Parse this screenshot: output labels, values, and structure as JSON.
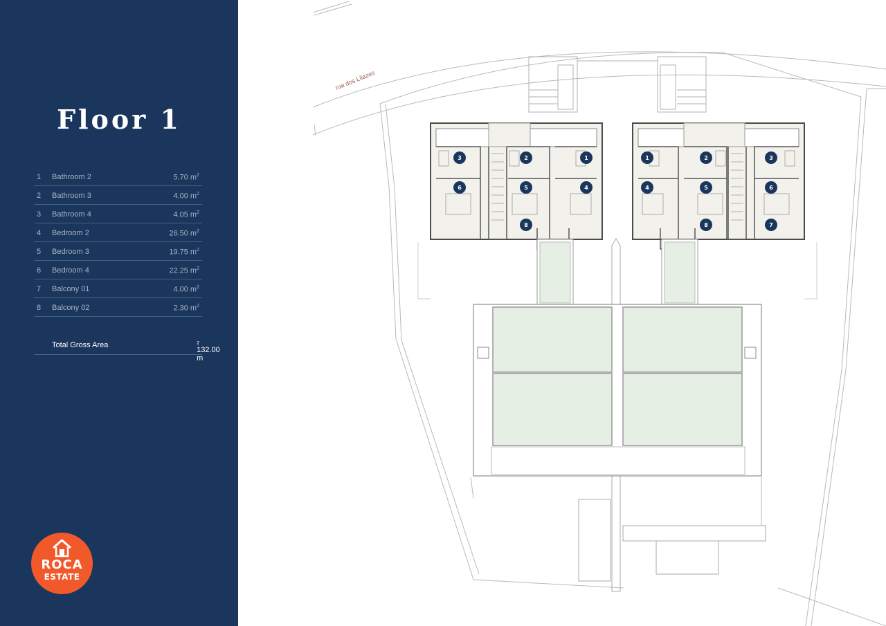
{
  "title": "Floor 1",
  "rooms": [
    {
      "num": "1",
      "name": "Bathroom 2",
      "area": "5.70 m",
      "unit_sup": "2"
    },
    {
      "num": "2",
      "name": "Bathroom 3",
      "area": "4.00 m",
      "unit_sup": "2"
    },
    {
      "num": "3",
      "name": "Bathroom 4",
      "area": "4.05 m",
      "unit_sup": "2"
    },
    {
      "num": "4",
      "name": "Bedroom 2",
      "area": "26.50 m",
      "unit_sup": "2"
    },
    {
      "num": "5",
      "name": "Bedroom 3",
      "area": "19.75 m",
      "unit_sup": "2"
    },
    {
      "num": "6",
      "name": "Bedroom 4",
      "area": "22.25 m",
      "unit_sup": "2"
    },
    {
      "num": "7",
      "name": "Balcony 01",
      "area": "4.00 m",
      "unit_sup": "2"
    },
    {
      "num": "8",
      "name": "Balcony 02",
      "area": "2.30 m",
      "unit_sup": "2"
    }
  ],
  "total": {
    "label": "Total Gross Area",
    "area": "132.00 m",
    "unit_sup": "2"
  },
  "logo": {
    "line1": "ROCA",
    "line2": "ESTATE",
    "icon": "house-icon"
  },
  "plan": {
    "street": "rua dos Lilazes",
    "markers_left": [
      "3",
      "2",
      "1",
      "6",
      "5",
      "4",
      "8"
    ],
    "markers_right": [
      "1",
      "2",
      "3",
      "4",
      "5",
      "6",
      "8",
      "7"
    ]
  },
  "colors": {
    "sidebar": "#1b365c",
    "marker": "#1b365c",
    "logo": "#f2592a",
    "pool": "#e6efe4",
    "room_fill": "#f3f1ec"
  }
}
